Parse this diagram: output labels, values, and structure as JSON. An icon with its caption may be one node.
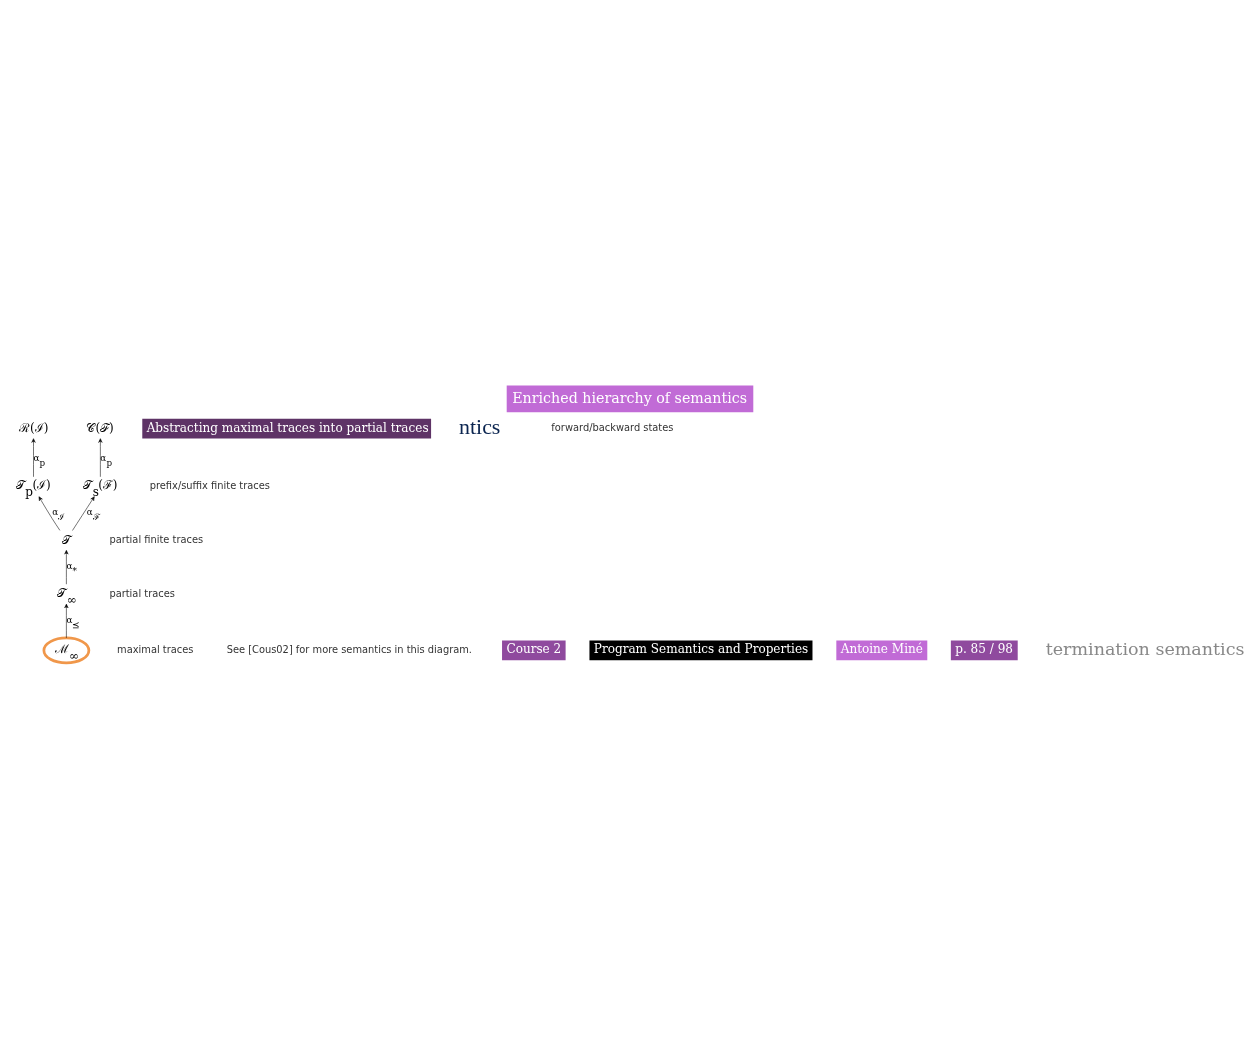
{
  "diagram": {
    "title": "Enriched hierarchy of semantics",
    "nodes": [
      {
        "text": [
          "ℛ(ℐ)"
        ]
      },
      {
        "text": [
          "𝒯$_{p}$(ℐ)"
        ]
      },
      {
        "text": [
          "𝒞(ℱ)"
        ]
      },
      {
        "text": [
          "𝒯$_{s}$(ℱ)"
        ]
      },
      {
        "text": [
          "𝒯"
        ]
      },
      {
        "text": [
          "𝒯$_{∞}$"
        ]
      },
      {
        "text": [
          "ℳ$_{∞}$"
        ]
      }
    ],
    "edges": [
      {
        "from": 1,
        "to": 0,
        "arrow": "to",
        "label": "α$_{p}$"
      },
      {
        "from": 4,
        "to": 1,
        "arrow": "to",
        "label": "α$_{ℐ}$"
      },
      {
        "from": 4,
        "to": 3,
        "arrow": "to",
        "label": "α$_{ℱ}$"
      },
      {
        "from": 3,
        "to": 2,
        "arrow": "to",
        "label": "α$_{p}$"
      },
      {
        "from": 5,
        "to": 4,
        "arrow": "to",
        "label": "α$_{*}$"
      },
      {
        "from": 6,
        "to": 5,
        "arrow": "to",
        "label": "α$_{⪯}$"
      }
    ],
    "labels": [
      "Abstracting maximal traces into partial traces",
      "ntics",
      "forward/backward states",
      "prefix/suffix finite traces",
      "partial finite traces",
      "partial traces",
      "maximal traces",
      "See [Cous02] for more semantics in this diagram.",
      "Course 2",
      "Program Semantics and Properties",
      "Antoine Miné",
      "p. 85 / 98",
      "termination semantics"
    ]
  }
}
